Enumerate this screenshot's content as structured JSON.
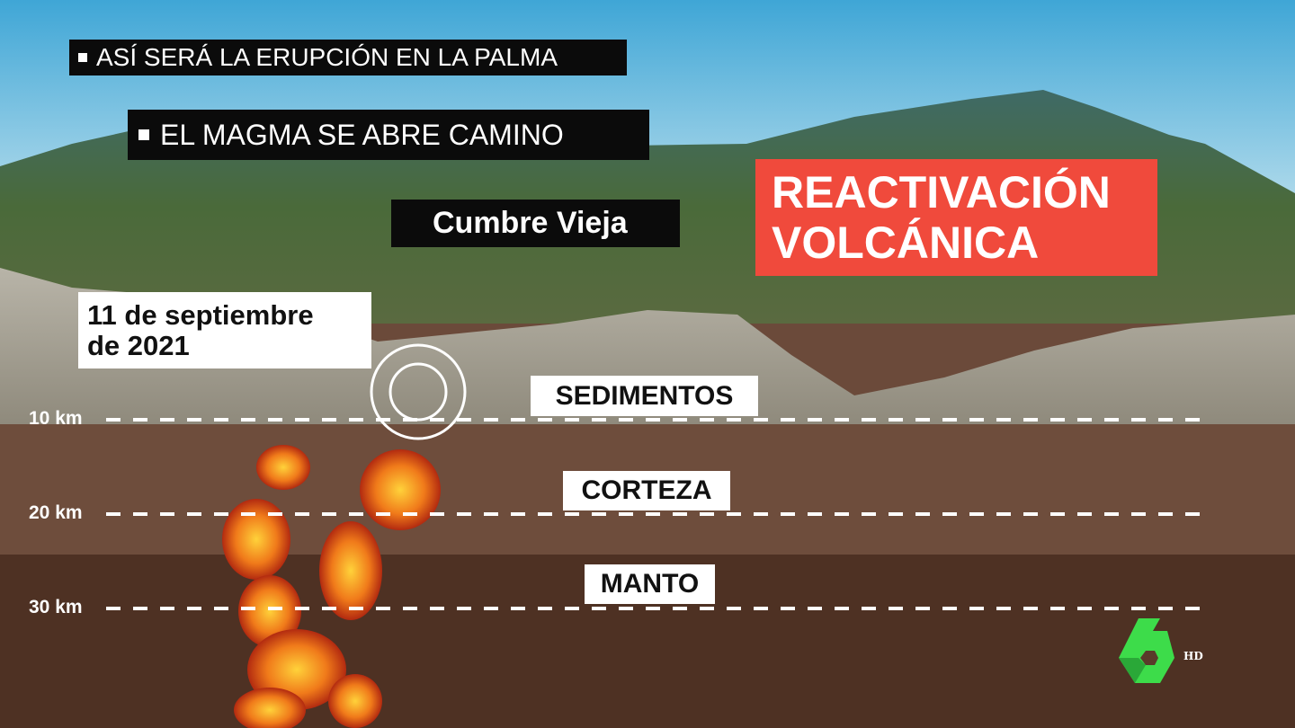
{
  "headers": {
    "line1": "ASÍ SERÁ LA ERUPCIÓN EN LA PALMA",
    "line2": "EL MAGMA SE ABRE CAMINO",
    "line3": "Cumbre Vieja"
  },
  "headline": {
    "line1": "REACTIVACIÓN",
    "line2": "VOLCÁNICA",
    "color": "#f04a3c"
  },
  "date": {
    "line1": "11 de septiembre",
    "line2": "de 2021"
  },
  "layers": [
    "SEDIMENTOS",
    "CORTEZA",
    "MANTO"
  ],
  "depths": [
    "10 km",
    "20 km",
    "30 km"
  ],
  "logo": {
    "name": "laSexta-logo",
    "text": "6",
    "badge": "HD",
    "color": "#3ddc4a"
  }
}
